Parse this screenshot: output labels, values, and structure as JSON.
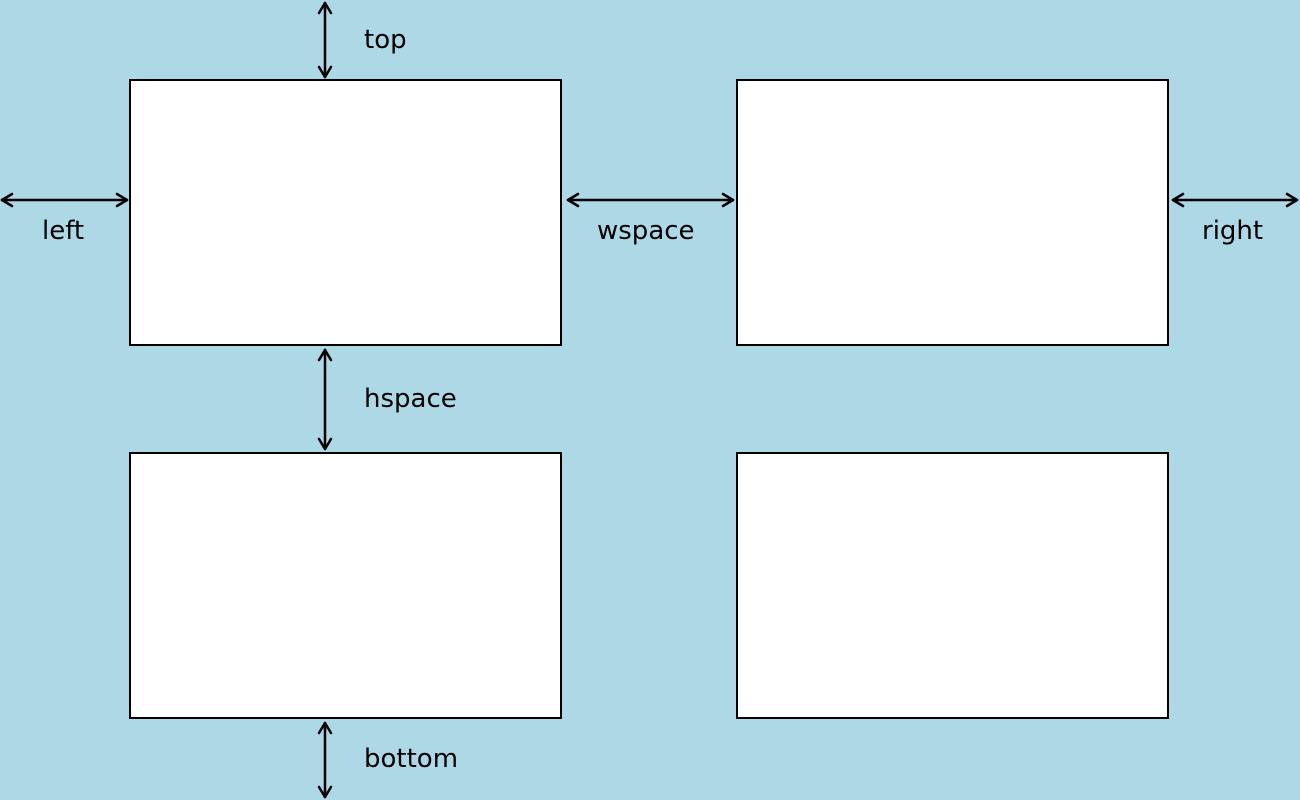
{
  "diagram": {
    "background_color": "#add8e6",
    "panel_color": "#ffffff",
    "line_color": "#000000",
    "labels": {
      "top": "top",
      "left": "left",
      "wspace": "wspace",
      "right": "right",
      "hspace": "hspace",
      "bottom": "bottom"
    }
  }
}
